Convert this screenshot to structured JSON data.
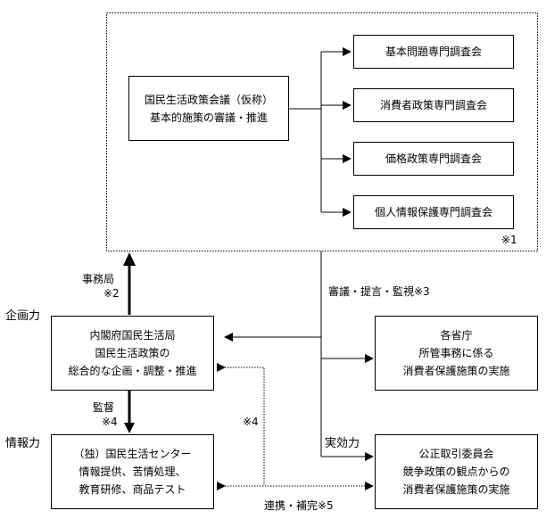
{
  "council": {
    "line1": "国民生活政策会議（仮称）",
    "line2": "基本的施策の審議・推進"
  },
  "committees": [
    {
      "label": "基本問題専門調査会"
    },
    {
      "label": "消費者政策専門調査会"
    },
    {
      "label": "価格政策専門調査会"
    },
    {
      "label": "個人情報保護専門調査会"
    }
  ],
  "note1": "※1",
  "secretariat": {
    "line1": "事務局",
    "line2": "※2"
  },
  "deliberation": "審議・提言・監視※3",
  "planning_label": "企画力",
  "cabinet": {
    "line1": "内閣府国民生活局",
    "line2": "国民生活政策の",
    "line3": "総合的な企画・調整・推進"
  },
  "ministries": {
    "line1": "各省庁",
    "line2": "所管事務に係る",
    "line3": "消費者保護施策の実施"
  },
  "supervision": {
    "line1": "監督",
    "line2": "※4"
  },
  "note4": "※4",
  "info_label": "情報力",
  "effect_label": "実効力",
  "center": {
    "line1": "（独）国民生活センター",
    "line2": "情報提供、苦情処理、",
    "line3": "教育研修、商品テスト"
  },
  "ftc": {
    "line1": "公正取引委員会",
    "line2": "競争政策の観点からの",
    "line3": "消費者保護施策の実施"
  },
  "cooperation": "連携・補完※5"
}
